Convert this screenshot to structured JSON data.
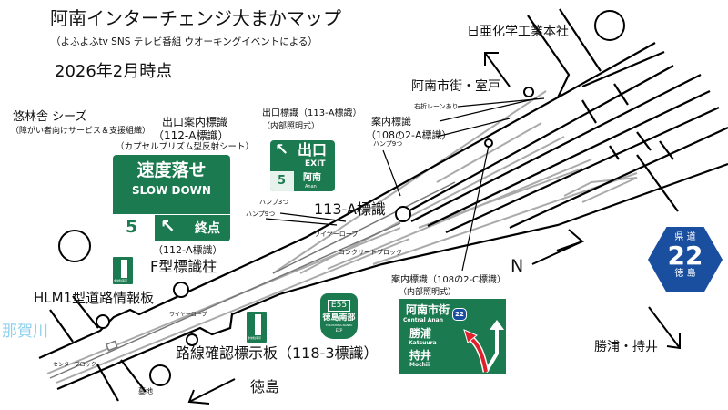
{
  "title": "阿南インターチェンジ大まかマップ",
  "subtitle": "（よふよふtv  SNS  テレビ番組  ウオーキングイベントによる）",
  "as_of": "2026年2月時点",
  "labels": {
    "yurinsha": "悠林舎 シーズ",
    "yurinsha_note": "（障がい者向けサービス＆支援組織）",
    "exit_guide": "出口案内標識",
    "exit_guide_code": "（112-A標識）",
    "exit_guide_note": "（カプセルプリズム型反射シート）",
    "exit_guide_code2": "（112-A標識）",
    "f_pole": "F型標識柱",
    "exit_sign": "出口標識（113-A標識）",
    "exit_sign_note": "（内部照明式）",
    "guide_a": "案内標識",
    "guide_a_code": "（108の2-A標識）",
    "nichia": "日亜化学工業本社",
    "anan_muroto": "阿南市街・室戸",
    "right_turn": "右折レーンあり",
    "sign_113a": "113-A標識",
    "hump9_a": "ハンプ9つ",
    "hump3": "ハンプ3つ",
    "hump9_b": "ハンプ9つ",
    "wire_rope_a": "ワイヤーロープ",
    "concrete_block": "コンクリートブロック",
    "north": "N",
    "guide_c": "案内標識（108の2-C標識）",
    "guide_c_note": "（内部照明式）",
    "katsuura_mochii": "勝浦・持井",
    "route_confirm": "路線確認標示板（118-3標識）",
    "tokushima": "徳島",
    "cemetery": "墓地",
    "center_block": "センターブロック",
    "wire_rope_b": "ワイヤーロープ",
    "hlm1": "HLM1型道路情報板",
    "nakagawa": "那賀川"
  },
  "sign_112a": {
    "jp": "速度落せ",
    "en": "SLOW DOWN",
    "num": "5",
    "text": "終点"
  },
  "sign_113a": {
    "jp": "出口",
    "en": "EXIT",
    "num": "5",
    "dest": "阿南",
    "dest_en": "Anan"
  },
  "sign_108c": {
    "d1": "阿南市街",
    "d1_en": "Central Anan",
    "route": "22",
    "d2": "勝浦",
    "d2_en": "Katsuura",
    "d3": "持井",
    "d3_en": "Mochii"
  },
  "route22": {
    "top": "県 道",
    "num": "22",
    "bottom": "徳 島"
  },
  "e55": {
    "code": "E55",
    "name": "徳島南部",
    "en": "TOKUSHIMA-NANBU",
    "exp": "EXP"
  },
  "emergency_parking": "非常駐車帯",
  "colors": {
    "sign_green": "#1b7a4f",
    "route_blue": "#1a4fa0",
    "river": "#8fd0ee",
    "arrow_red": "#e0202a"
  }
}
